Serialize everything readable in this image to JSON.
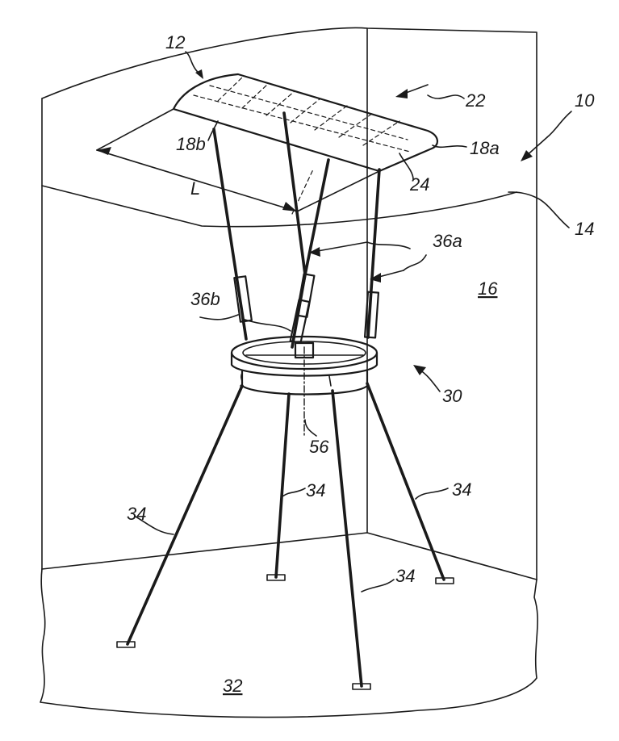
{
  "figure": {
    "labels": {
      "l12": "12",
      "l22": "22",
      "l10": "10",
      "l18b": "18b",
      "l18a": "18a",
      "l24": "24",
      "lL": "L",
      "l14": "14",
      "l36a": "36a",
      "l16": "16",
      "l36b": "36b",
      "l30": "30",
      "l56": "56",
      "l34a": "34",
      "l34b": "34",
      "l34c": "34",
      "l34d": "34",
      "l32": "32"
    }
  }
}
